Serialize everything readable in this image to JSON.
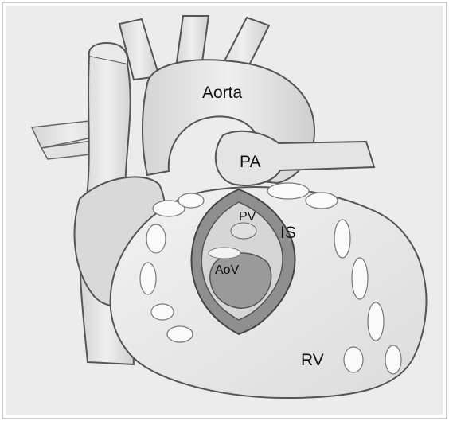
{
  "labels": {
    "aorta": "Aorta",
    "pa": "PA",
    "pv": "PV",
    "is": "IS",
    "aov": "AoV",
    "rv": "RV"
  },
  "colors": {
    "background": "#ffffff",
    "panel": "#ececec",
    "vessel": "#e6e6e6",
    "vessel_shadow": "#b9b9b9",
    "outline": "#555555",
    "fat": "#fafafa",
    "label": "#111111"
  }
}
